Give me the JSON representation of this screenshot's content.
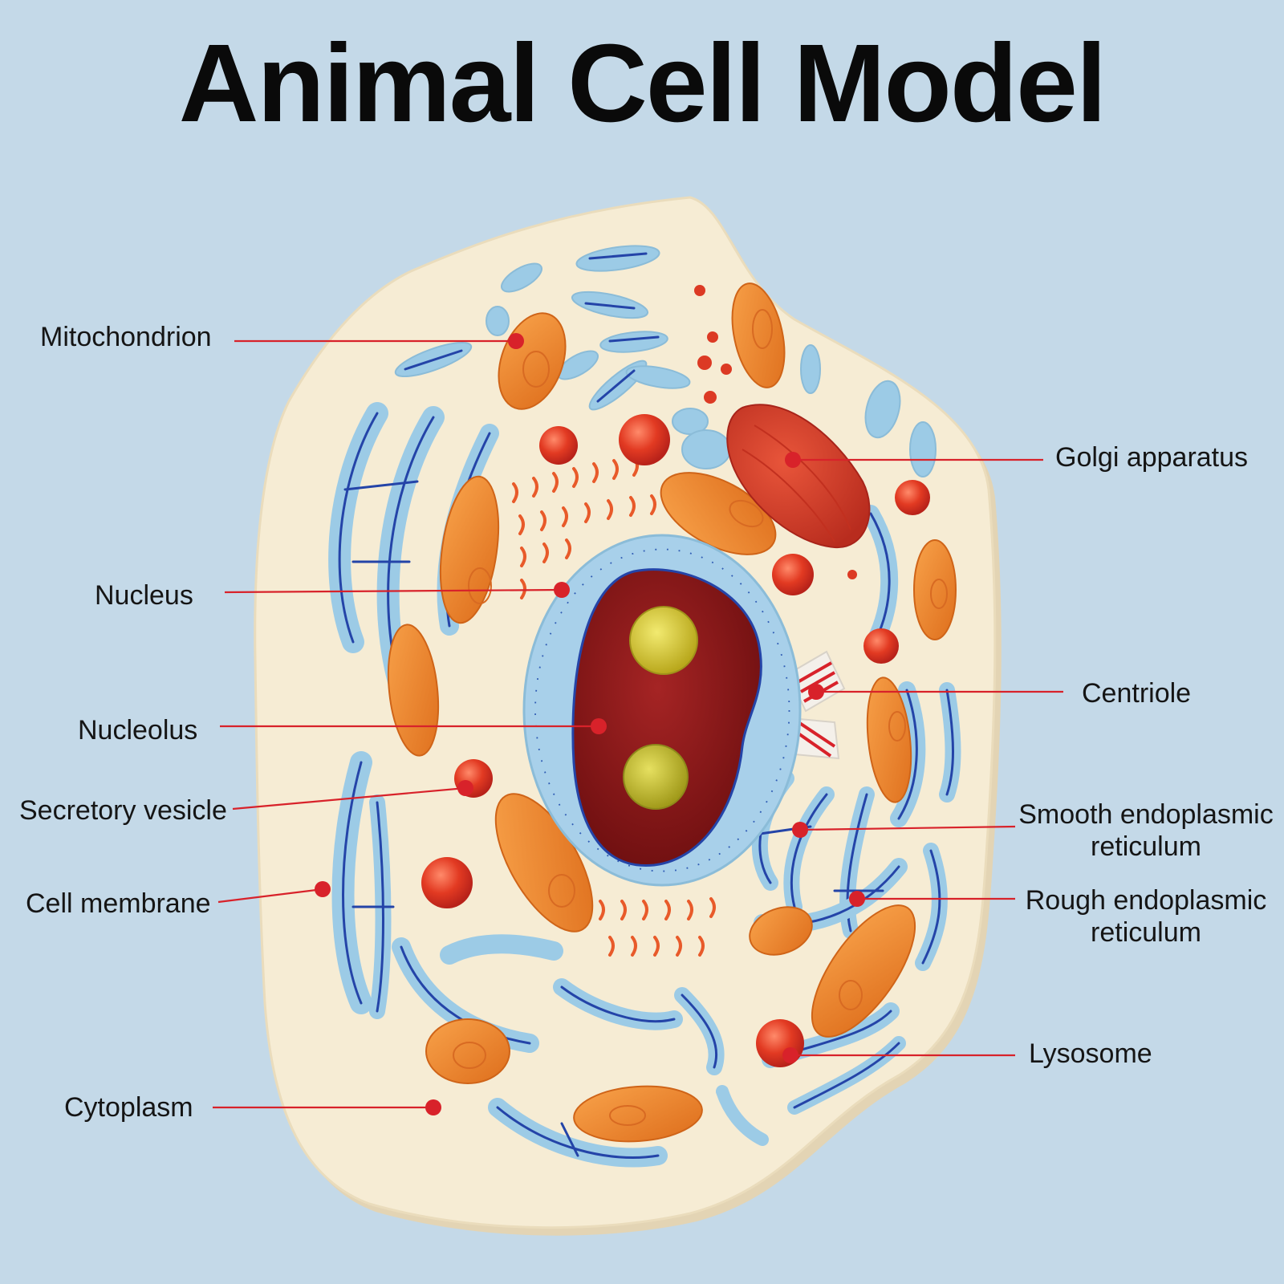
{
  "title": "Animal Cell Model",
  "labels": {
    "mitochondrion": "Mitochondrion",
    "nucleus": "Nucleus",
    "nucleolus": "Nucleolus",
    "secretory_vesicle": "Secretory vesicle",
    "cell_membrane": "Cell membrane",
    "cytoplasm": "Cytoplasm",
    "golgi_apparatus": "Golgi apparatus",
    "centriole": "Centriole",
    "smooth_er_line1": "Smooth endoplasmic",
    "smooth_er_line2": "reticulum",
    "rough_er_line1": "Rough endoplasmic",
    "rough_er_line2": "reticulum",
    "lysosome": "Lysosome"
  },
  "colors": {
    "background": "#c4d9e8",
    "cytoplasm": "#f6ecd4",
    "er": "#9ccbe6",
    "er_line": "#2444a8",
    "mitochondrion": "#ee8a2c",
    "nucleus_envelope": "#a8d0ea",
    "nucleoplasm": "#8a1616",
    "nucleolus": "#d2c42a",
    "golgi": "#d8402a",
    "vesicle": "#dc3a24",
    "pointer": "#d8222a"
  }
}
